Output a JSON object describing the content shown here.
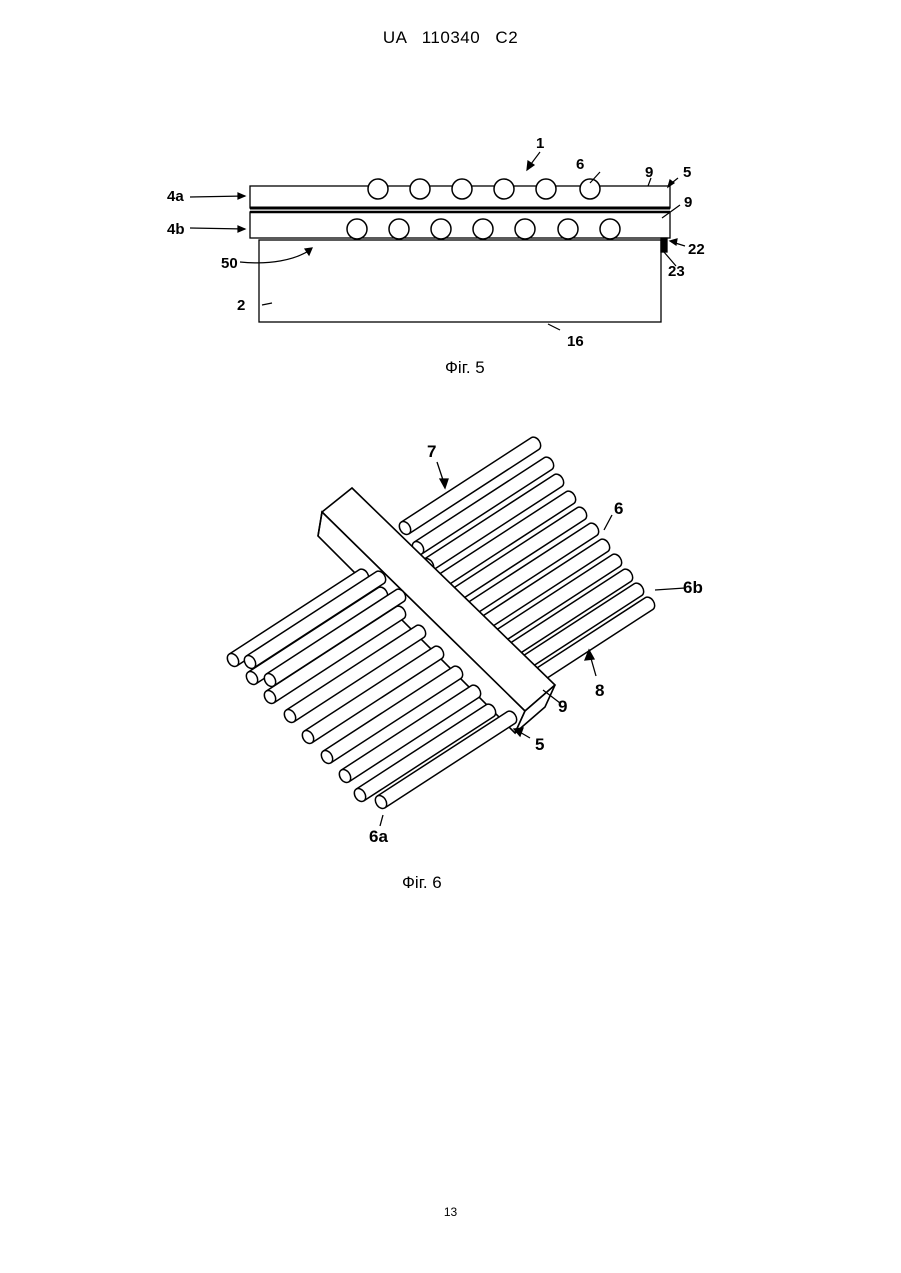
{
  "header": {
    "doc_id": "UA   110340   C2"
  },
  "fig5": {
    "caption": "Фіг. 5",
    "labels": {
      "l1": "1",
      "l6": "6",
      "l9a": "9",
      "l5": "5",
      "l9b": "9",
      "l4a": "4a",
      "l4b": "4b",
      "l22": "22",
      "l23": "23",
      "l50": "50",
      "l2": "2",
      "l16": "16"
    }
  },
  "fig6": {
    "caption": "Фіг. 6",
    "labels": {
      "l7": "7",
      "l6": "6",
      "l6b": "6b",
      "l8": "8",
      "l9": "9",
      "l5": "5",
      "l6a": "6a"
    }
  },
  "footer": {
    "page_number": "13"
  }
}
